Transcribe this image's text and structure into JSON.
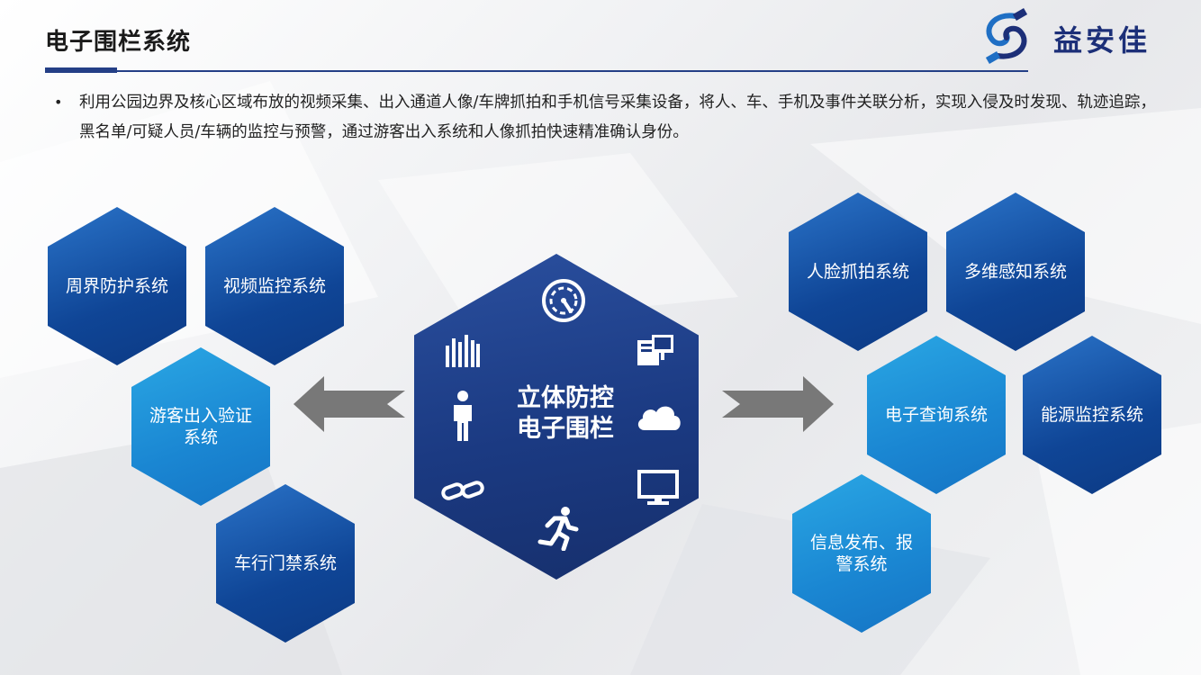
{
  "header": {
    "title": "电子围栏系统",
    "logo_text": "益安佳"
  },
  "intro": {
    "bullet": "•",
    "text": "利用公园边界及核心区域布放的视频采集、出入通道人像/车牌抓拍和手机信号采集设备，将人、车、手机及事件关联分析，实现入侵及时发现、轨迹追踪，黑名单/可疑人员/车辆的监控与预警，通过游客出入系统和人像抓拍快速精准确认身份。"
  },
  "center": {
    "line1": "立体防控",
    "line2": "电子围栏",
    "icons": [
      "gauge-icon",
      "bar-chart-icon",
      "computer-icon",
      "person-icon",
      "cloud-icon",
      "link-icon",
      "monitor-icon",
      "running-person-icon"
    ]
  },
  "left_systems": [
    "周界防护系统",
    "视频监控系统",
    "游客出入验证系统",
    "车行门禁系统"
  ],
  "right_systems": [
    "人脸抓拍系统",
    "多维感知系统",
    "电子查询系统",
    "能源监控系统",
    "信息发布、报警系统"
  ],
  "colors": {
    "dark_hex": "#0f4596",
    "light_hex": "#1a86d2",
    "center_hex": "#1b3a82",
    "accent_line": "#243f86",
    "arrow": "#777777"
  }
}
